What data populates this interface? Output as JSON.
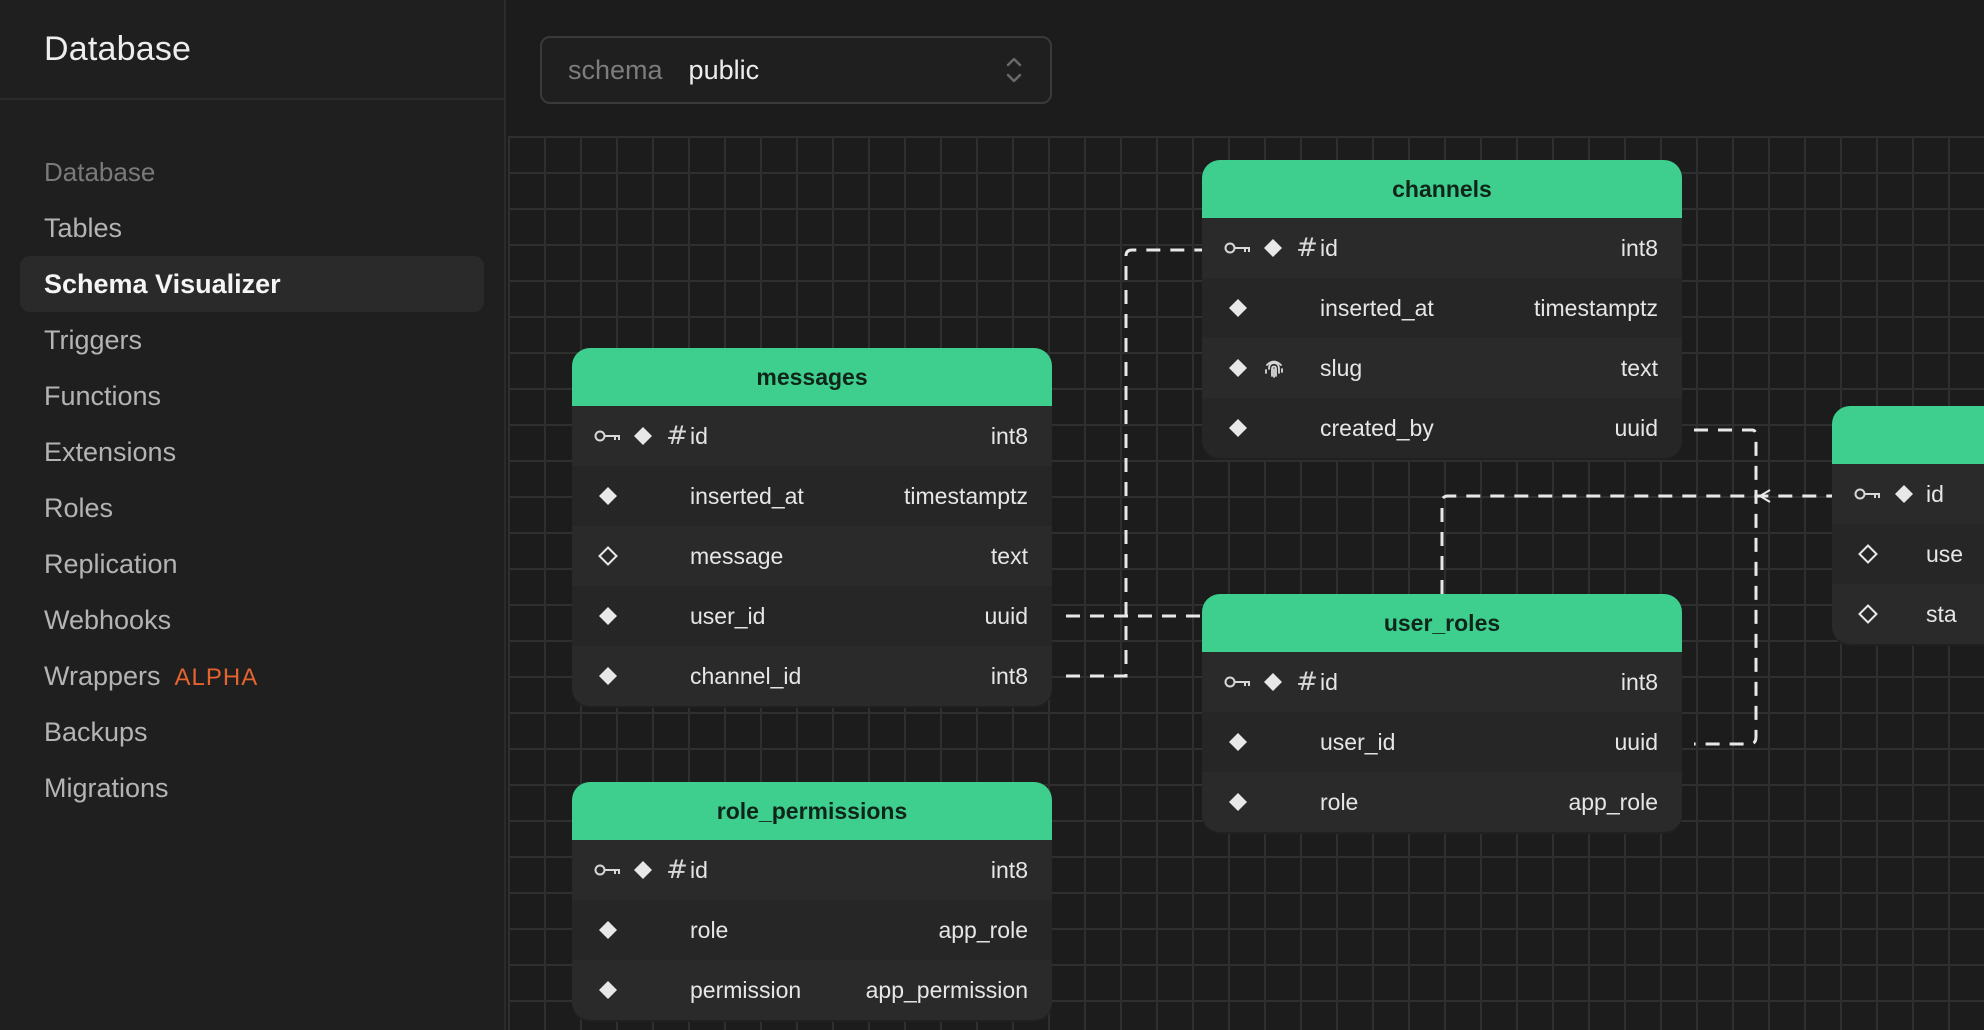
{
  "sidebar": {
    "title": "Database",
    "section_title": "Database",
    "items": [
      {
        "label": "Tables"
      },
      {
        "label": "Schema Visualizer"
      },
      {
        "label": "Triggers"
      },
      {
        "label": "Functions"
      },
      {
        "label": "Extensions"
      },
      {
        "label": "Roles"
      },
      {
        "label": "Replication"
      },
      {
        "label": "Webhooks"
      },
      {
        "label": "Wrappers",
        "badge": "ALPHA"
      },
      {
        "label": "Backups"
      },
      {
        "label": "Migrations"
      }
    ],
    "active_item": "Schema Visualizer"
  },
  "schema_select": {
    "label": "schema",
    "value": "public"
  },
  "colors": {
    "accent": "#3ecf8e",
    "badge": "#e4632f",
    "background": "#1c1c1c"
  },
  "tables": {
    "channels": {
      "name": "channels",
      "columns": [
        {
          "name": "id",
          "type": "int8",
          "icons": [
            "key-icon",
            "filled-diamond-icon",
            "hash-icon"
          ]
        },
        {
          "name": "inserted_at",
          "type": "timestamptz",
          "icons": [
            "filled-diamond-icon"
          ]
        },
        {
          "name": "slug",
          "type": "text",
          "icons": [
            "filled-diamond-icon",
            "fingerprint-icon"
          ]
        },
        {
          "name": "created_by",
          "type": "uuid",
          "icons": [
            "filled-diamond-icon"
          ]
        }
      ]
    },
    "messages": {
      "name": "messages",
      "columns": [
        {
          "name": "id",
          "type": "int8",
          "icons": [
            "key-icon",
            "filled-diamond-icon",
            "hash-icon"
          ]
        },
        {
          "name": "inserted_at",
          "type": "timestamptz",
          "icons": [
            "filled-diamond-icon"
          ]
        },
        {
          "name": "message",
          "type": "text",
          "icons": [
            "hollow-diamond-icon"
          ]
        },
        {
          "name": "user_id",
          "type": "uuid",
          "icons": [
            "filled-diamond-icon"
          ]
        },
        {
          "name": "channel_id",
          "type": "int8",
          "icons": [
            "filled-diamond-icon"
          ]
        }
      ]
    },
    "user_roles": {
      "name": "user_roles",
      "columns": [
        {
          "name": "id",
          "type": "int8",
          "icons": [
            "key-icon",
            "filled-diamond-icon",
            "hash-icon"
          ]
        },
        {
          "name": "user_id",
          "type": "uuid",
          "icons": [
            "filled-diamond-icon"
          ]
        },
        {
          "name": "role",
          "type": "app_role",
          "icons": [
            "filled-diamond-icon"
          ]
        }
      ]
    },
    "role_permissions": {
      "name": "role_permissions",
      "columns": [
        {
          "name": "id",
          "type": "int8",
          "icons": [
            "key-icon",
            "filled-diamond-icon",
            "hash-icon"
          ]
        },
        {
          "name": "role",
          "type": "app_role",
          "icons": [
            "filled-diamond-icon"
          ]
        },
        {
          "name": "permission",
          "type": "app_permission",
          "icons": [
            "filled-diamond-icon"
          ]
        }
      ]
    },
    "partial": {
      "columns": [
        {
          "name": "id",
          "icons": [
            "key-icon",
            "filled-diamond-icon"
          ]
        },
        {
          "name": "use",
          "icons": [
            "hollow-diamond-icon"
          ]
        },
        {
          "name": "sta",
          "icons": [
            "hollow-diamond-icon"
          ]
        }
      ]
    }
  }
}
